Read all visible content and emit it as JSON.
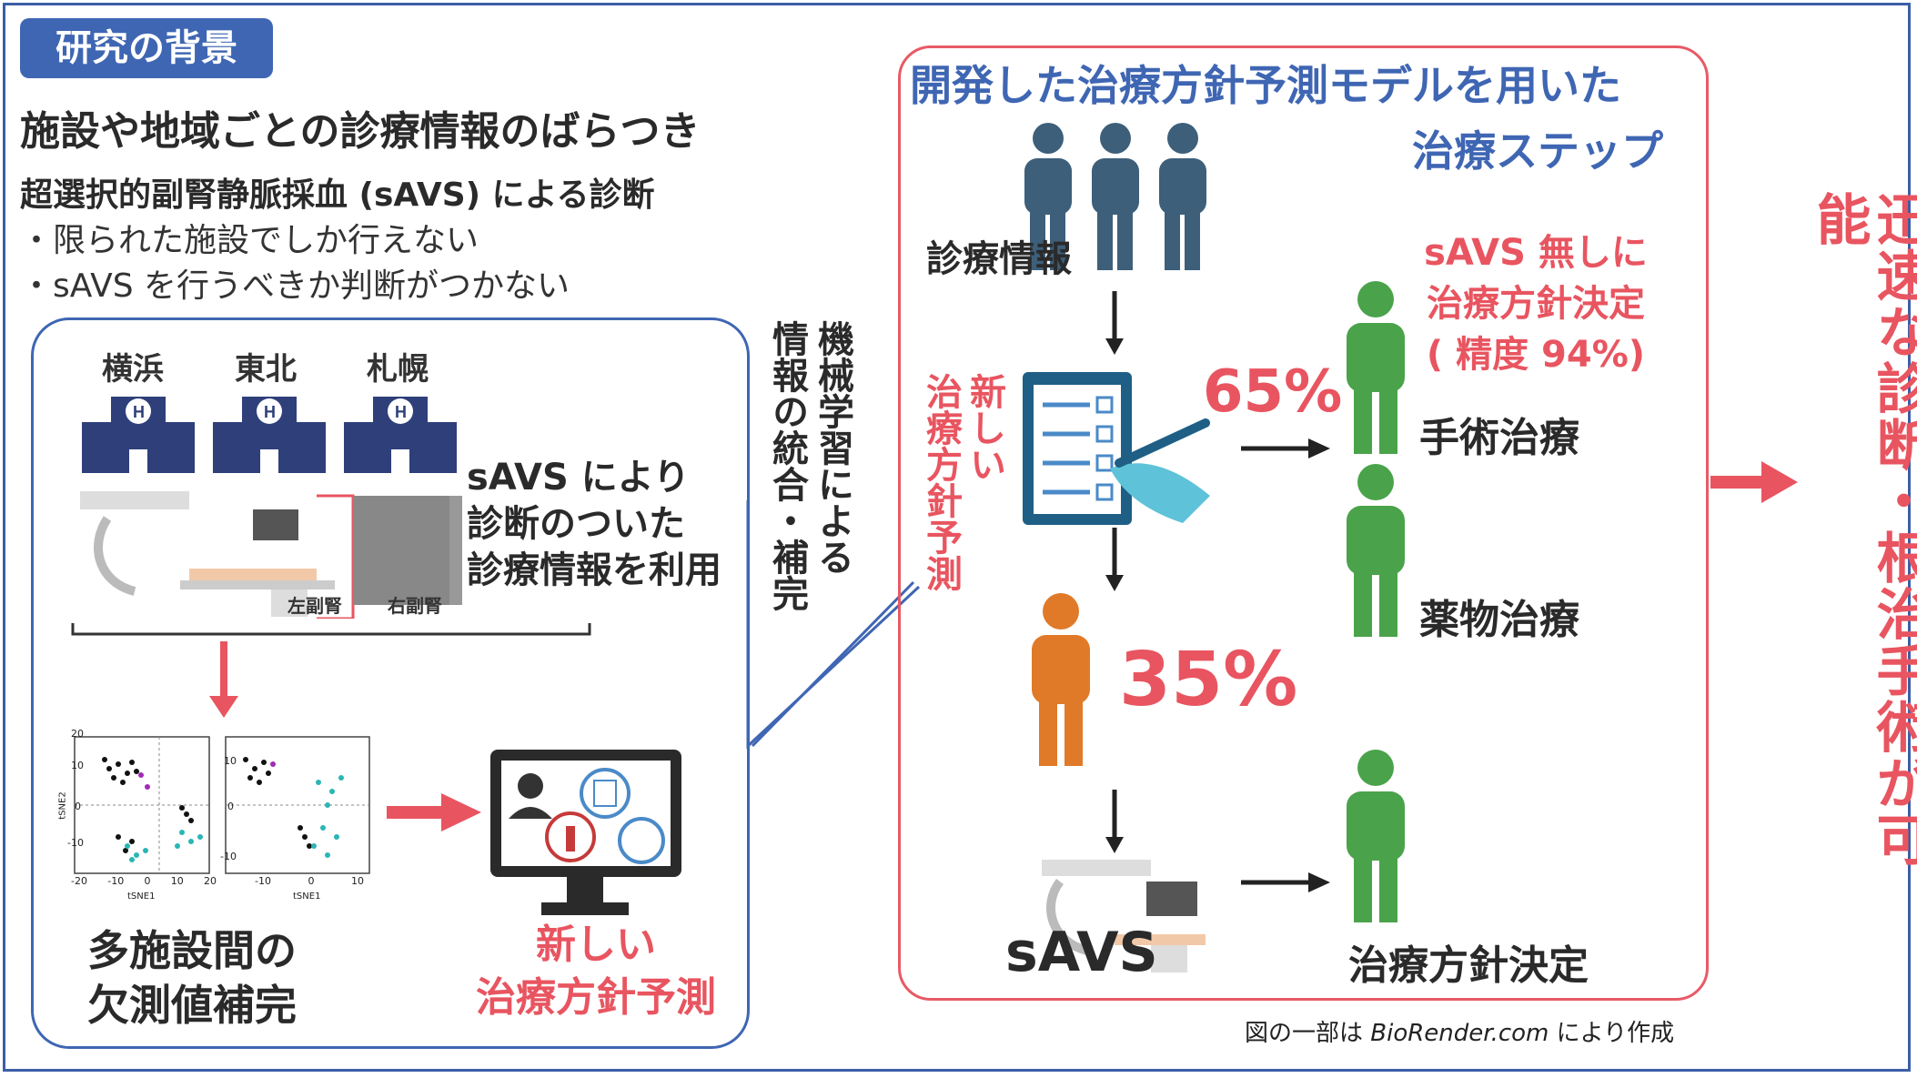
{
  "header": {
    "tag": "研究の背景",
    "title": "施設や地域ごとの診療情報のばらつき",
    "subtitle": "超選択的副腎静脈採血 (sAVS) による診断",
    "bullets": [
      "・限られた施設でしか行えない",
      "・sAVS を行うべきか判断がつかない"
    ]
  },
  "left_panel": {
    "cities": [
      "横浜",
      "東北",
      "札幌"
    ],
    "savs_text": [
      "sAVS により",
      "診断のついた",
      "診療情報を利用"
    ],
    "adrenal_labels": [
      "左副腎",
      "右副腎"
    ],
    "tsne": {
      "y_label": "tSNE2",
      "x_label": "tSNE1",
      "plot1_yticks": [
        "20",
        "10",
        "0",
        "-10"
      ],
      "plot1_xticks": [
        "-20",
        "-10",
        "0",
        "10",
        "20"
      ],
      "plot2_yticks": [
        "10",
        "0",
        "-10"
      ],
      "plot2_xticks": [
        "-10",
        "0",
        "10"
      ]
    },
    "imputation_text": [
      "多施設間の",
      "欠測値補完"
    ],
    "prediction_text": [
      "新しい",
      "治療方針予測"
    ]
  },
  "connector_text": [
    "機械学習による",
    "情報の統合・補完"
  ],
  "right_panel": {
    "title_line1": "開発した治療方針予測モデルを用いた",
    "title_line2": "治療ステップ",
    "info_label": "診療情報",
    "new_prediction_vertical": [
      "新しい",
      "治療方針予測"
    ],
    "pct_65": "65%",
    "pct_35": "35%",
    "no_savs": [
      "sAVS 無しに",
      "治療方針決定",
      "( 精度 94%)"
    ],
    "surgery": "手術治療",
    "medication": "薬物治療",
    "savs_label": "sAVS",
    "decision": "治療方針決定"
  },
  "result_text": [
    "迅速な診断",
    "・",
    "根治手術が可能"
  ],
  "credit": {
    "prefix": "図の一部は ",
    "brand": "BioRender.com",
    "suffix": " により作成"
  },
  "colors": {
    "blue": "#3f66b3",
    "red": "#e85560",
    "dark_blue_person": "#3d5f7a",
    "orange_person": "#e07a28",
    "green_person": "#4aa34a",
    "hospital": "#2f3f7a"
  }
}
